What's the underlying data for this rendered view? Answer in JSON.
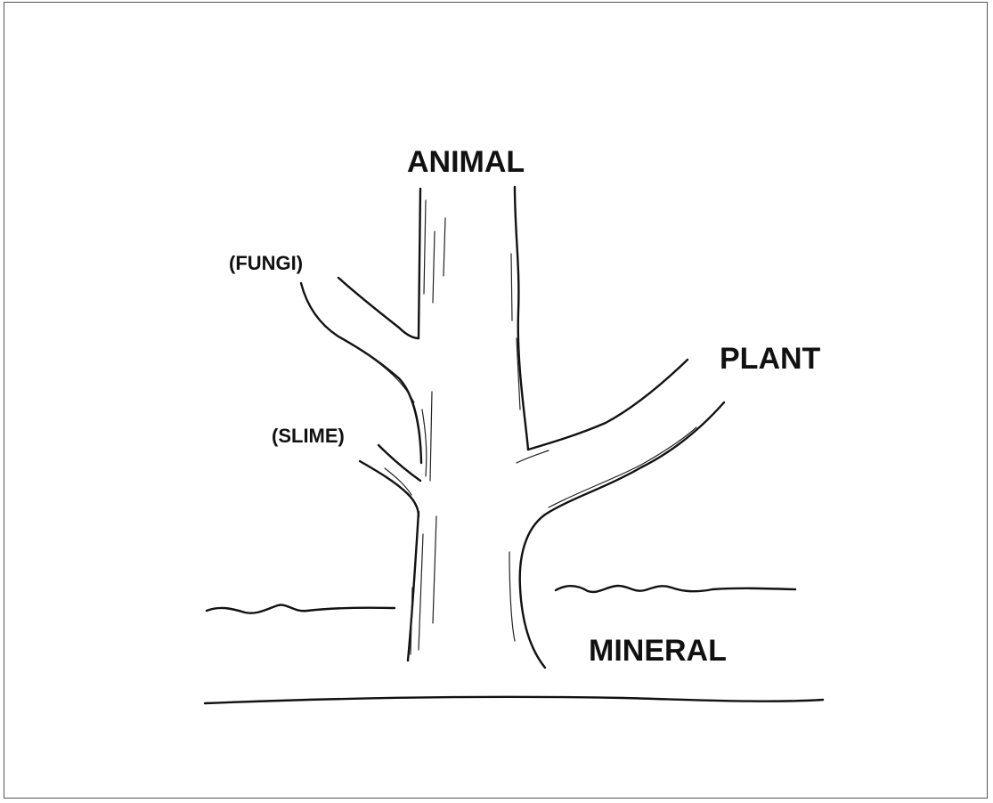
{
  "labels": {
    "animal": "ANIMAL",
    "fungi": "(FUNGI)",
    "plant": "PLANT",
    "slime": "(SLIME)",
    "mineral": "MINERAL"
  },
  "colors": {
    "ink": "#111111",
    "background": "#ffffff",
    "frame": "#555555"
  }
}
